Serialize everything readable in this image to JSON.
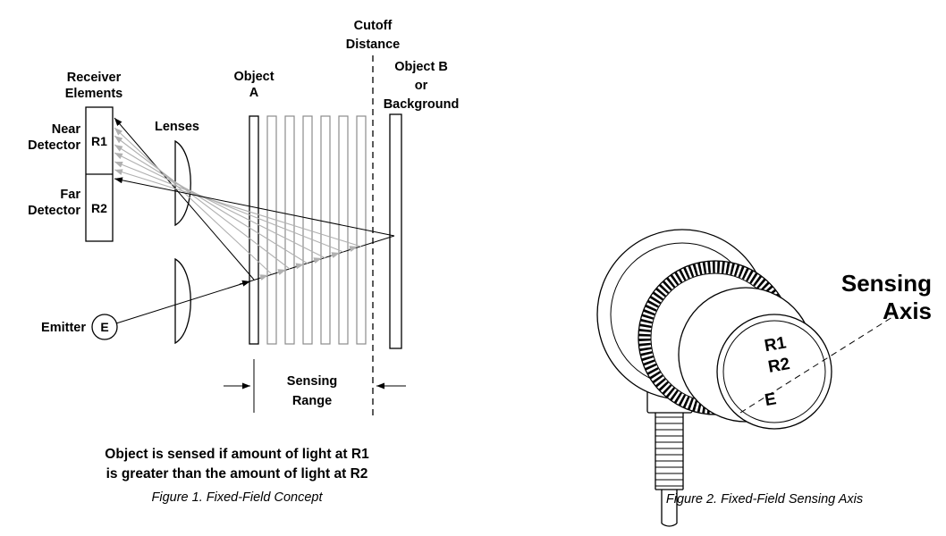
{
  "colors": {
    "ink": "#000000",
    "ghost_object": "#8c8c8c",
    "ghost_ray": "#b0b0b0",
    "background": "#ffffff"
  },
  "figure1": {
    "receiver_elements": [
      "Receiver",
      "Elements"
    ],
    "near_detector": [
      "Near",
      "Detector"
    ],
    "far_detector": [
      "Far",
      "Detector"
    ],
    "receiver_r1": "R1",
    "receiver_r2": "R2",
    "lenses": "Lenses",
    "object_a": [
      "Object",
      "A"
    ],
    "cutoff_distance": [
      "Cutoff",
      "Distance"
    ],
    "object_b": [
      "Object B",
      "or",
      "Background"
    ],
    "emitter_label": "Emitter",
    "emitter_symbol": "E",
    "sensing_range": [
      "Sensing",
      "Range"
    ],
    "note": [
      "Object is sensed if amount of light at R1",
      "is greater than the amount of light at R2"
    ],
    "caption": "Figure 1. Fixed-Field Concept"
  },
  "figure2": {
    "face_r1": "R1",
    "face_r2": "R2",
    "face_e": "E",
    "sensing_axis": [
      "Sensing",
      "Axis"
    ],
    "caption": "Figure 2. Fixed-Field Sensing Axis"
  }
}
